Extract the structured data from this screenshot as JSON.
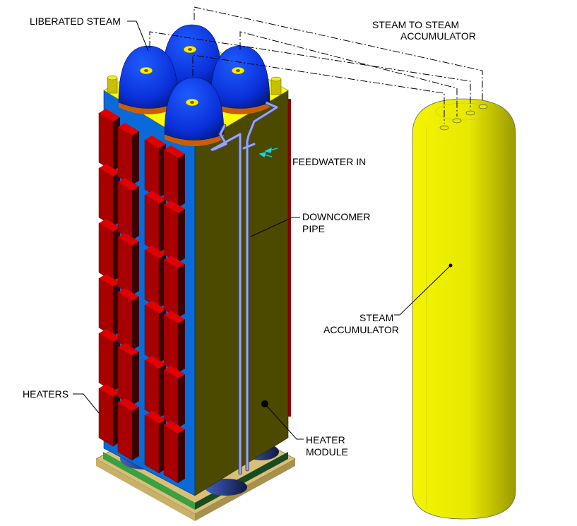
{
  "labels": {
    "liberated_steam": "LIBERATED STEAM",
    "steam_to_accumulator_1": "STEAM TO STEAM",
    "steam_to_accumulator_2": "ACCUMULATOR",
    "feedwater_in": "FEEDWATER IN",
    "downcomer_1": "DOWNCOMER",
    "downcomer_2": "PIPE",
    "steam_accumulator_1": "STEAM",
    "steam_accumulator_2": "ACCUMULATOR",
    "heaters": "HEATERS",
    "heater_module_1": "HEATER",
    "heater_module_2": "MODULE"
  },
  "colors": {
    "dome": "#0a2fd8",
    "module_side": "#0a6ad8",
    "module_front": "#4b4a00",
    "top": "#ffff00",
    "heater": "#a80000",
    "accumulator": "#f0f000",
    "pipe": "#8c96e0",
    "base": "#d8c078"
  }
}
